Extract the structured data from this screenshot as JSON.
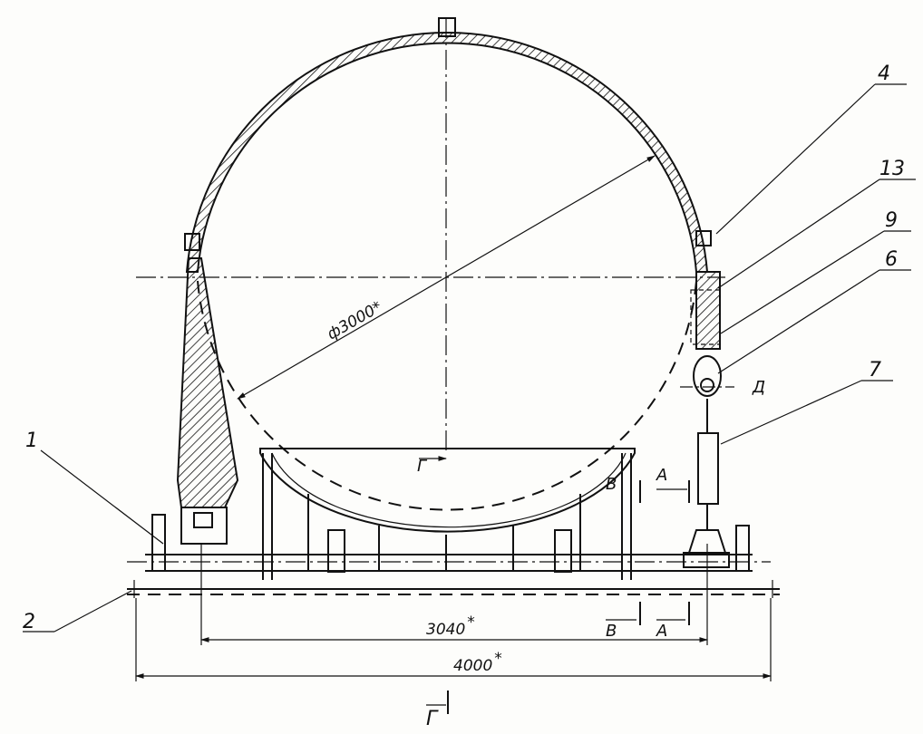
{
  "drawing": {
    "part_labels": [
      "1",
      "2",
      "4",
      "13",
      "9",
      "6",
      "7"
    ],
    "diameter_dimension": "ф3000",
    "length_dimension_inner": "3040",
    "length_dimension_outer": "4000",
    "dimension_marker": "*",
    "section_letters": {
      "g": "Г",
      "v": "В",
      "a": "А",
      "d": "Д"
    }
  }
}
